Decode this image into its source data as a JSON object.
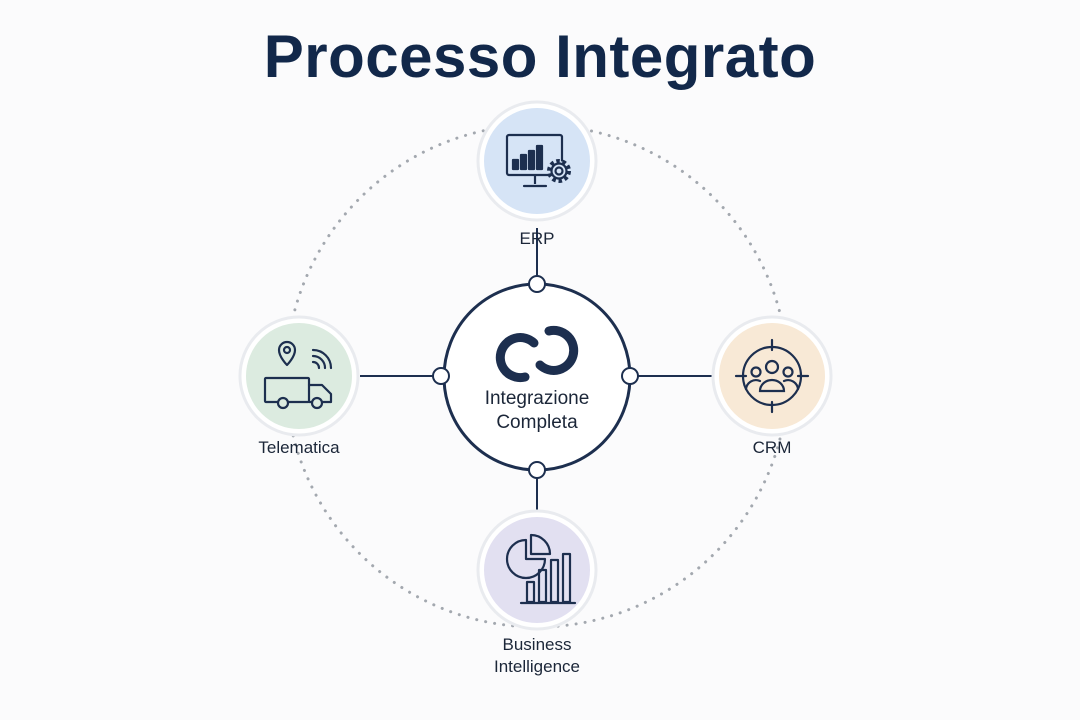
{
  "title": "Processo Integrato",
  "center": {
    "line1": "Integrazione",
    "line2": "Completa",
    "icon": "link-icon"
  },
  "nodes": {
    "erp": {
      "label": "ERP",
      "icon": "monitor-chart-gear-icon",
      "fill": "#d6e4f6"
    },
    "crm": {
      "label": "CRM",
      "icon": "target-users-icon",
      "fill": "#f8e9d6"
    },
    "telematica": {
      "label": "Telematica",
      "icon": "truck-location-icon",
      "fill": "#dcebe0"
    },
    "bi": {
      "line1": "Business",
      "line2": "Intelligence",
      "icon": "pie-bar-chart-icon",
      "fill": "#e2e0f1"
    }
  },
  "colors": {
    "navy": "#1d2f4f",
    "dots": "#9aa0a8"
  }
}
